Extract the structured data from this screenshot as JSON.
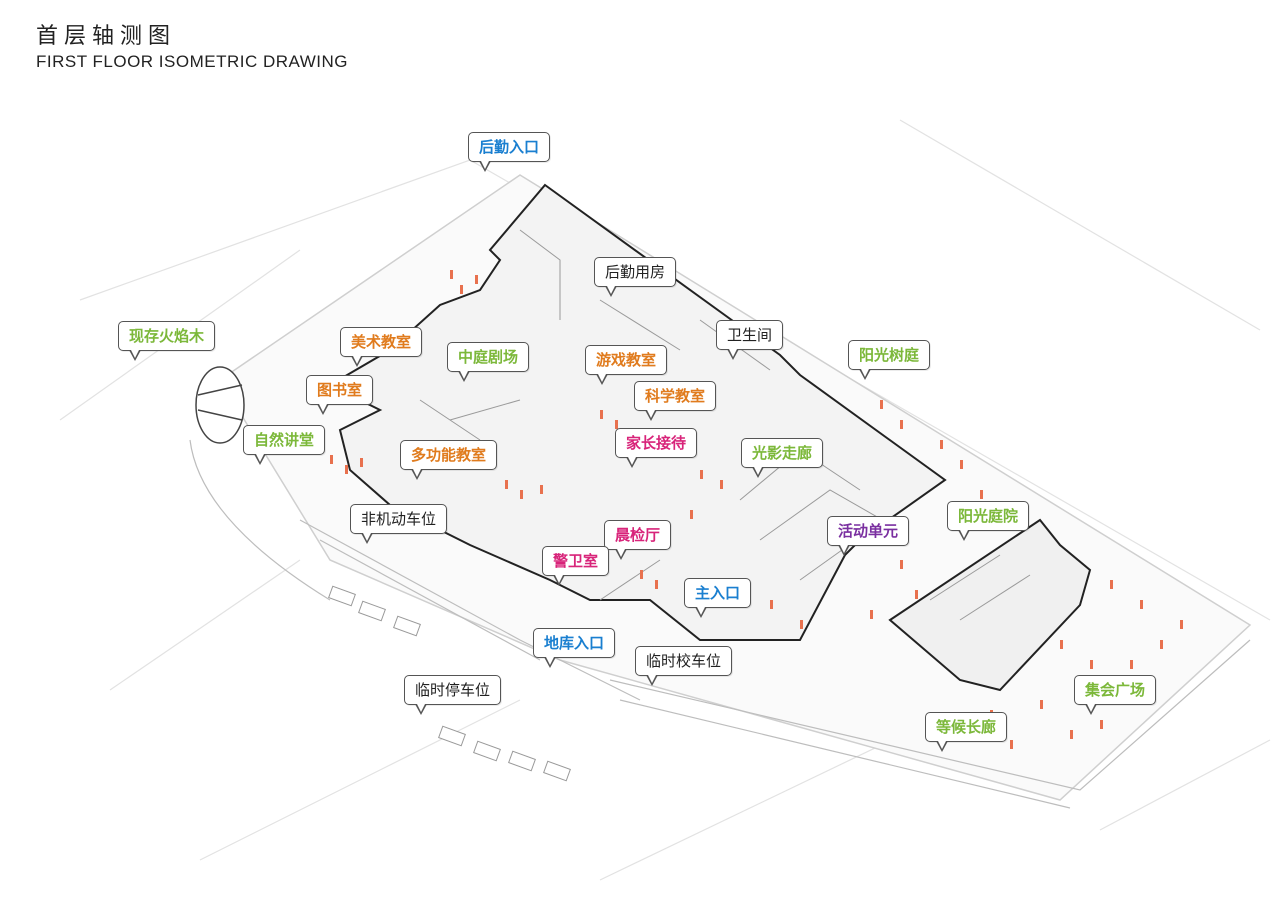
{
  "title_cn": "首层轴测图",
  "title_en": "FIRST FLOOR ISOMETRIC DRAWING",
  "colors": {
    "entrance": "#1a7fd0",
    "service": "#222222",
    "classroom": "#e07b1d",
    "outdoor": "#7cb83a",
    "reception": "#d8247a",
    "activity": "#7a2fa0"
  },
  "labels": {
    "logistics_entrance": "后勤入口",
    "logistics_room": "后勤用房",
    "restroom": "卫生间",
    "art_classroom": "美术教室",
    "courtyard_theater": "中庭剧场",
    "game_classroom": "游戏教室",
    "existing_tree": "现存火焰木",
    "library": "图书室",
    "science_classroom": "科学教室",
    "sunshine_tree_court": "阳光树庭",
    "nature_hall": "自然讲堂",
    "multi_function_classroom": "多功能教室",
    "parent_reception": "家长接待",
    "light_corridor": "光影走廊",
    "bicycle_parking": "非机动车位",
    "morning_check_hall": "晨检厅",
    "activity_unit": "活动单元",
    "sunshine_courtyard": "阳光庭院",
    "guard_room": "警卫室",
    "main_entrance": "主入口",
    "basement_entrance": "地库入口",
    "temp_bus_parking": "临时校车位",
    "temp_parking": "临时停车位",
    "gathering_plaza": "集会广场",
    "waiting_corridor": "等候长廊"
  }
}
